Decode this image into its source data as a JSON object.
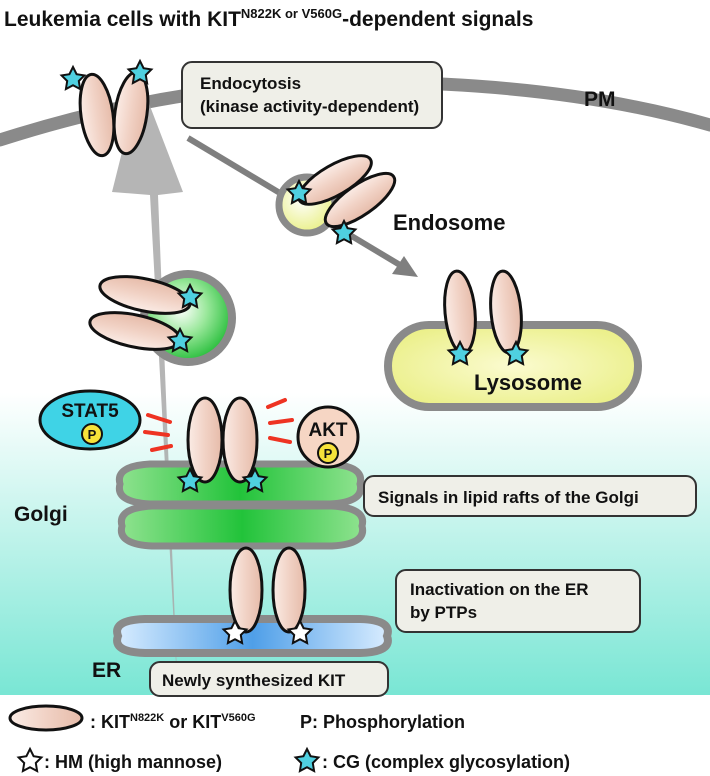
{
  "title": {
    "prefix": "Leukemia cells with KIT",
    "superscript": "N822K or V560G",
    "suffix": "-dependent signals"
  },
  "labels": {
    "pm": "PM",
    "endosome": "Endosome",
    "lysosome": "Lysosome",
    "golgi": "Golgi",
    "er": "ER",
    "stat5": "STAT5",
    "akt": "AKT",
    "phospho_badge": "P"
  },
  "boxes": {
    "endocytosis_line1": "Endocytosis",
    "endocytosis_line2": "(kinase activity-dependent)",
    "golgi_signals": "Signals in lipid rafts of the Golgi",
    "er_inactivation_line1": "Inactivation on the ER",
    "er_inactivation_line2": "by PTPs",
    "newly_synthesized": "Newly synthesized KIT"
  },
  "legend": {
    "kit_prefix": ": KIT",
    "kit_sup1": "N822K",
    "kit_mid": " or KIT",
    "kit_sup2": "V560G",
    "phospho": "P: Phosphorylation",
    "hm": ": HM (high mannose)",
    "cg": ": CG (complex glycosylation)"
  },
  "colors": {
    "kit_fill": "#f3d9cf",
    "star_cg": "#4fd0e0",
    "star_hm": "#ffffff",
    "membrane": "#8a8a8a",
    "golgi_green": "#22c33a",
    "lysosome_yellow": "#f2f28c",
    "stat5_fill": "#3fd3e6",
    "akt_fill": "#f6d6c4",
    "phospho_fill": "#f6e23a",
    "signal_red": "#ee3322",
    "bg_teal": "#7fe8d8"
  }
}
